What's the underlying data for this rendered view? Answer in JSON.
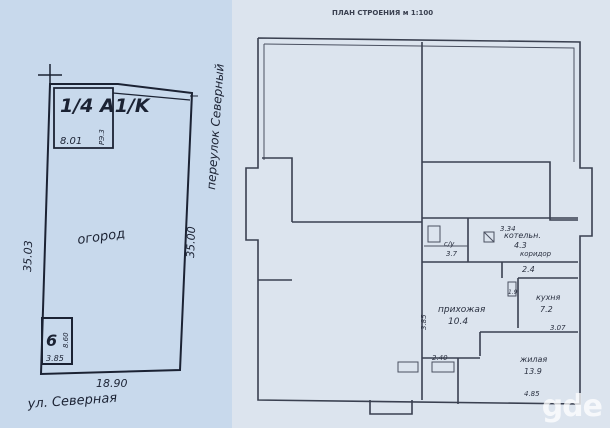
{
  "site_plan": {
    "lot_number": "1/4 A1/K",
    "lot_area_top": "8.01",
    "lot_area_top_sub": "РЭ.3",
    "garden_label": "огород",
    "left_side_length": "35.03",
    "right_side_length": "35.00",
    "bottom_width": "18.90",
    "building_number": "6",
    "building_sub": "8.60",
    "building_small": "3.85",
    "lane_label": "переулок Северный",
    "street_label": "ул. Северная"
  },
  "floor_plan": {
    "title": "ПЛАН СТРОЕНИЯ м 1:100",
    "rooms": [
      {
        "name": "котельн.",
        "area": "4.3",
        "dim": "3.34"
      },
      {
        "name": "коридор",
        "area": "2.4"
      },
      {
        "name": "прихожая",
        "area": "10.4"
      },
      {
        "name": "кухня",
        "area": "7.2",
        "dim": "3.07"
      },
      {
        "name": "жилая",
        "area": "13.9",
        "dim": "4.85"
      },
      {
        "name": "с/у",
        "area": "3.7"
      }
    ],
    "dims": {
      "hall_left": "3.85",
      "hall_bottom": "2.40",
      "small_left": "1.9"
    }
  },
  "watermark": "gde"
}
